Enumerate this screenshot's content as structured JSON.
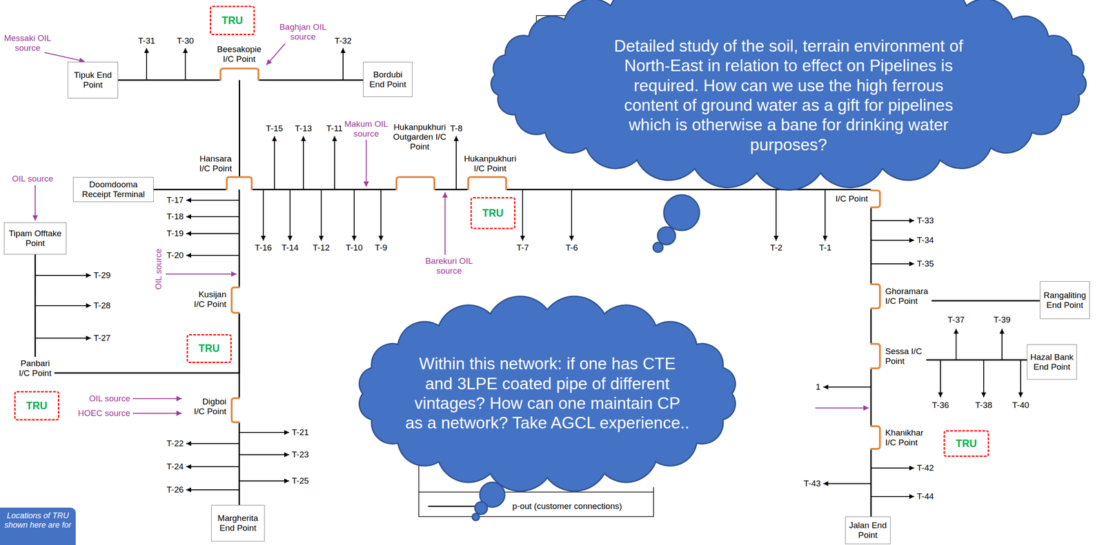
{
  "diagram": {
    "nodes": [
      {
        "text": [
          "TRU"
        ]
      },
      {
        "text": [
          "Tipuk End Point"
        ]
      },
      {
        "text": [
          "Beesakopie I/C Point"
        ]
      },
      {
        "text": [
          "Bordubi End Point"
        ]
      },
      {
        "text": [
          "Detailed study of the soil, terrain environment of North-East in relation to effect on Pipelines is required. How can we use the high ferrous content of ground water as a gift for pipelines which is otherwise a bane for drinking water purposes?"
        ]
      },
      {
        "text": [
          "Hansara I/C Point"
        ]
      },
      {
        "text": [
          "Doomdooma Receipt Terminal"
        ]
      },
      {
        "text": [
          "Hukanpukhuri Outgarden I/C Point"
        ]
      },
      {
        "text": [
          "Hukanpukhuri I/C Point"
        ]
      },
      {
        "text": [
          "I/C Point"
        ]
      },
      {
        "text": [
          "TRU"
        ]
      },
      {
        "text": [
          "Tipam Offtake Point"
        ]
      },
      {
        "text": [
          "Kusijan I/C Point"
        ]
      },
      {
        "text": [
          "Ghoramara I/C Point"
        ]
      },
      {
        "text": [
          "Rangaliting End Point"
        ]
      },
      {
        "text": [
          "Within this network: if one has CTE and 3LPE coated pipe of different vintages? How can one maintain CP as a network? Take AGCL experience.."
        ]
      },
      {
        "text": [
          "TRU"
        ]
      },
      {
        "text": [
          "Panbari I/C Point"
        ]
      },
      {
        "text": [
          "Sessa I/C Point"
        ]
      },
      {
        "text": [
          "Hazal Bank End Point"
        ]
      },
      {
        "text": [
          "TRU"
        ]
      },
      {
        "text": [
          "Digboi I/C Point"
        ]
      },
      {
        "text": [
          "Khanikhar I/C Point"
        ]
      },
      {
        "text": [
          "TRU"
        ]
      },
      {
        "text": [
          "Margherita End Point"
        ]
      },
      {
        "text": [
          "Jalan End Point"
        ]
      },
      {
        "text": [
          "Locations of TRU shown here are for"
        ]
      }
    ],
    "edges": [
      {
        "from": 1,
        "to": 2,
        "arrow": "none"
      },
      {
        "from": 2,
        "to": 3,
        "arrow": "none"
      },
      {
        "from": 2,
        "to": 5,
        "arrow": "none"
      },
      {
        "from": 6,
        "to": 5,
        "arrow": "none"
      },
      {
        "from": 5,
        "to": 7,
        "arrow": "none"
      },
      {
        "from": 7,
        "to": 8,
        "arrow": "none"
      },
      {
        "from": 8,
        "to": 9,
        "arrow": "none"
      },
      {
        "from": 5,
        "to": 12,
        "arrow": "none"
      },
      {
        "from": 12,
        "to": 21,
        "arrow": "none"
      },
      {
        "from": 17,
        "to": 12,
        "arrow": "none"
      },
      {
        "from": 11,
        "to": 17,
        "arrow": "none"
      },
      {
        "from": 21,
        "to": 24,
        "arrow": "none"
      },
      {
        "from": 9,
        "to": 13,
        "arrow": "none"
      },
      {
        "from": 13,
        "to": 14,
        "arrow": "none"
      },
      {
        "from": 13,
        "to": 18,
        "arrow": "none"
      },
      {
        "from": 18,
        "to": 19,
        "arrow": "none"
      },
      {
        "from": 18,
        "to": 22,
        "arrow": "none"
      },
      {
        "from": 22,
        "to": 25,
        "arrow": "none"
      }
    ],
    "labels": [
      "Messaki OIL source",
      "Baghjan OIL source",
      "OIL source",
      "Makum OIL source",
      "Barekuri OIL source",
      "OIL source",
      "OIL source",
      "HOEC source",
      "T-31",
      "T-30",
      "T-32",
      "T-15",
      "T-13",
      "T-11",
      "T-8",
      "T-16",
      "T-14",
      "T-12",
      "T-10",
      "T-9",
      "T-7",
      "T-6",
      "T-2",
      "T-1",
      "T-17",
      "T-18",
      "T-19",
      "T-20",
      "T-29",
      "T-28",
      "T-27",
      "T-33",
      "T-34",
      "T-35",
      "T-37",
      "T-39",
      "T-36",
      "T-38",
      "T-40",
      "T-21",
      "T-22",
      "T-23",
      "T-24",
      "T-25",
      "T-26",
      "1",
      "T-42",
      "T-43",
      "T-44"
    ],
    "legend": [
      {
        "text": "p-out (customer connections)"
      }
    ]
  }
}
